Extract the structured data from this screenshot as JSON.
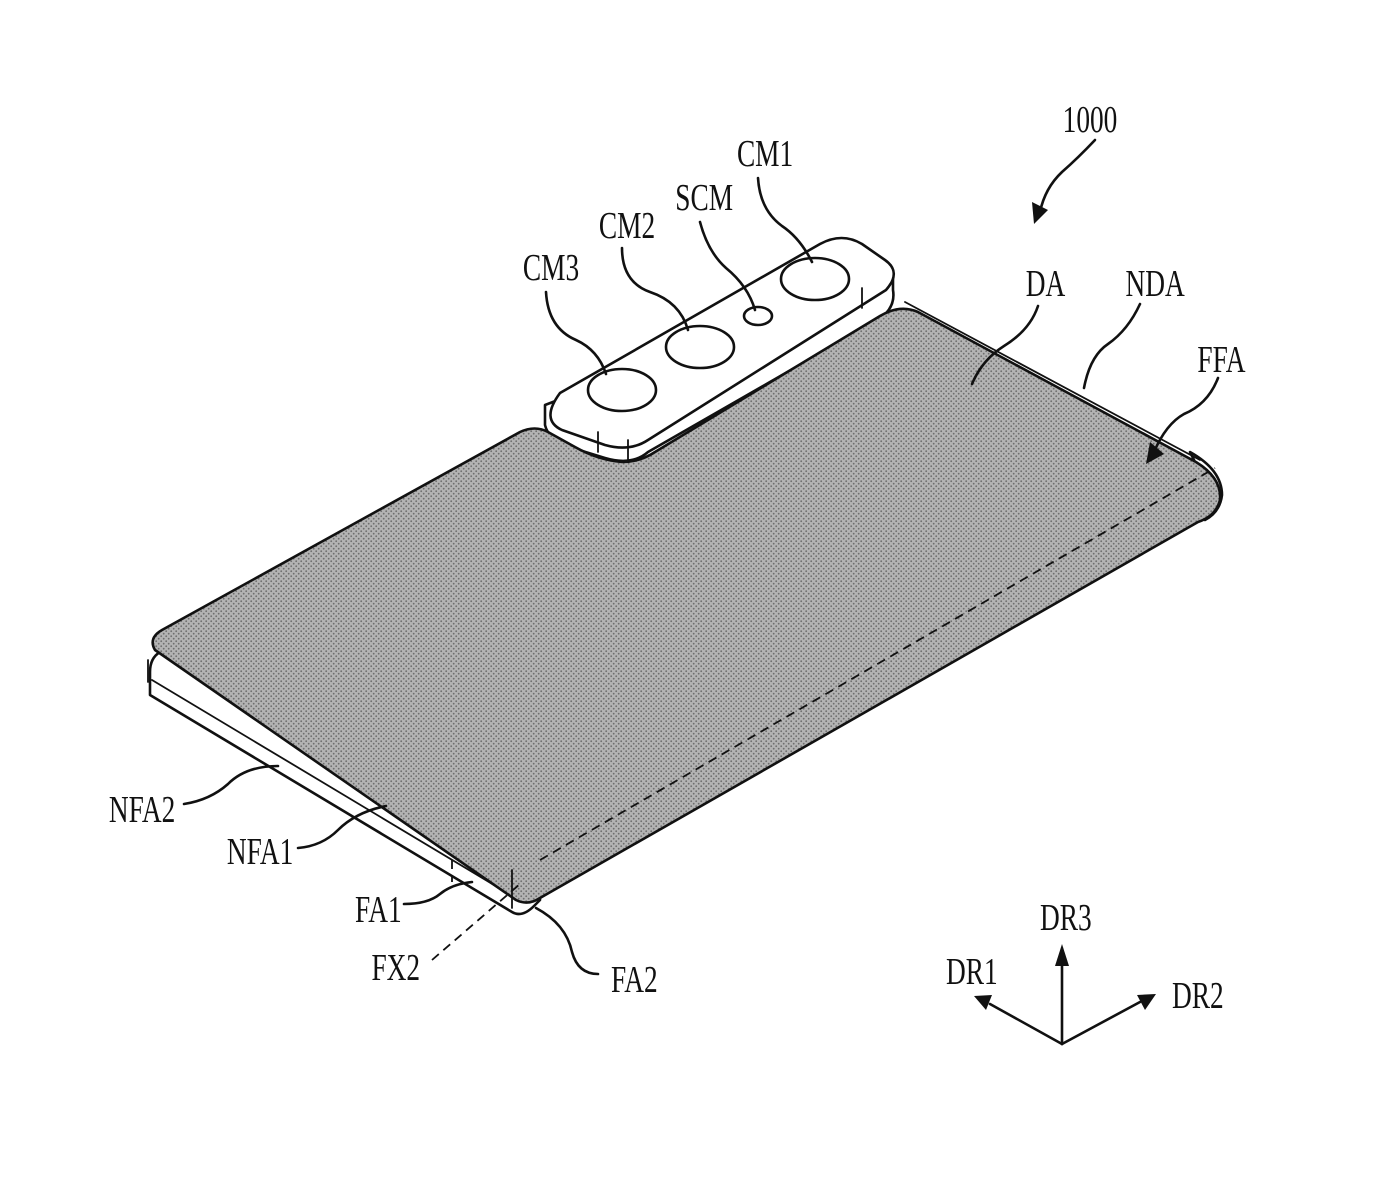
{
  "figure": {
    "reference": "1000",
    "labels": {
      "cm1": "CM1",
      "cm2": "CM2",
      "cm3": "CM3",
      "scm": "SCM",
      "da": "DA",
      "nda": "NDA",
      "ffa": "FFA",
      "nfa2": "NFA2",
      "nfa1": "NFA1",
      "fa1": "FA1",
      "fx2": "FX2",
      "fa2": "FA2"
    },
    "axes": {
      "dr1": "DR1",
      "dr2": "DR2",
      "dr3": "DR3"
    }
  },
  "colors": {
    "ink": "#111111",
    "display_fill": "#a8a8a8",
    "background": "#ffffff"
  }
}
